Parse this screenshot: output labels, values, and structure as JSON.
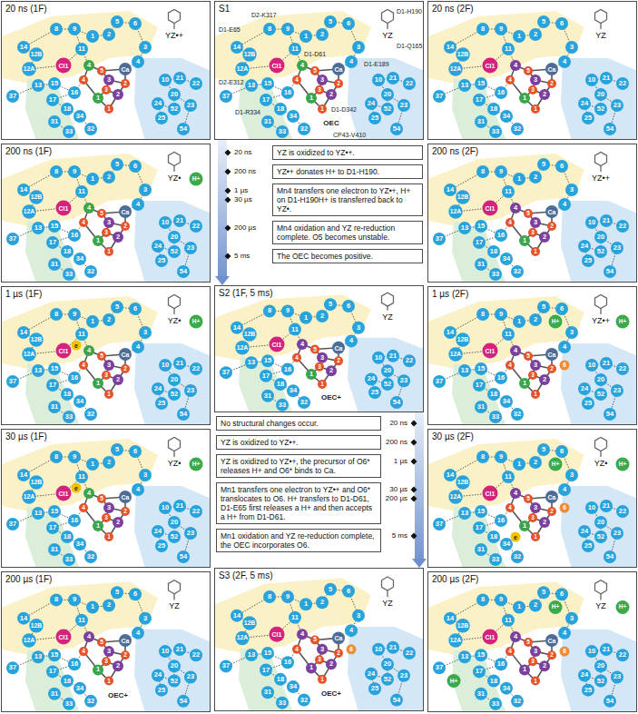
{
  "diagram": {
    "nodes": [
      {
        "text": [
          "20 ns (1F)"
        ]
      },
      {
        "text": [
          "S1"
        ]
      },
      {
        "text": [
          "20 ns (2F)"
        ]
      },
      {
        "text": [
          "200 ns (1F)"
        ]
      },
      {
        "text": [
          "YZ is oxidized to YZ•+."
        ]
      },
      {
        "text": [
          "YZ•+ donates H+ to D1-H190."
        ]
      },
      {
        "text": [
          "Mn4 transfers one electron to YZ•+, H+ on D1-H190H+ is transferred back to YZ•."
        ]
      },
      {
        "text": [
          "Mn4 oxidation and YZ re-reduction complete. O5 becomes unstable."
        ]
      },
      {
        "text": [
          "The OEC becomes positive."
        ]
      },
      {
        "text": [
          "200 ns (2F)"
        ]
      },
      {
        "text": [
          "1 µs (1F)"
        ]
      },
      {
        "text": [
          "S2 (1F, 5 ms)"
        ]
      },
      {
        "text": [
          "1 µs (2F)"
        ]
      },
      {
        "text": [
          "30 µs (1F)"
        ]
      },
      {
        "text": [
          "No structural changes occur."
        ]
      },
      {
        "text": [
          "YZ is oxidized to YZ•+."
        ]
      },
      {
        "text": [
          "YZ is oxidized to YZ•+, the precursor of O6* releases H+ and O6* binds to Ca."
        ]
      },
      {
        "text": [
          "Mn1 transfers one electron to YZ•+ and O6* translocates to O6. H+ transfers to D1-D61, D1-E65 first releases a H+ and then accepts a H+ from D1-D61."
        ]
      },
      {
        "text": [
          "Mn1 oxidation and YZ re-reduction complete, the OEC incorporates O6."
        ]
      },
      {
        "text": [
          "30 µs (2F)"
        ]
      },
      {
        "text": [
          "200 µs (1F)"
        ]
      },
      {
        "text": [
          "S3 (2F, 5 ms)"
        ]
      },
      {
        "text": [
          "200 µs (2F)"
        ]
      }
    ],
    "edges": [
      {
        "from": 1,
        "to": 11,
        "arrow": "to"
      },
      {
        "from": 11,
        "to": 21,
        "arrow": "to"
      }
    ],
    "labels": [
      "1",
      "2",
      "3",
      "4",
      "5",
      "6",
      "8",
      "9",
      "10",
      "11",
      "12A",
      "12B",
      "13",
      "14",
      "15",
      "16",
      "17",
      "18",
      "20",
      "21",
      "22",
      "23",
      "24",
      "25",
      "31",
      "32",
      "33",
      "34",
      "37",
      "52",
      "54",
      "1",
      "2",
      "3",
      "4",
      "1",
      "2",
      "3",
      "4",
      "5",
      "Ca",
      "Cl1",
      "YZ•+",
      "1",
      "2",
      "3",
      "4",
      "5",
      "6",
      "8",
      "9",
      "10",
      "11",
      "12A",
      "12B",
      "13",
      "14",
      "15",
      "16",
      "17",
      "18",
      "20",
      "21",
      "22",
      "23",
      "24",
      "25",
      "31",
      "32",
      "33",
      "34",
      "37",
      "52",
      "54",
      "1",
      "2",
      "3",
      "4",
      "1",
      "2",
      "3",
      "4",
      "5",
      "Ca",
      "Cl1",
      "YZ",
      "D1-E65",
      "D2-K317",
      "D2-E312",
      "D1-D61",
      "D1-R334",
      "D1-H190",
      "D1-Q165",
      "D1-E189",
      "D1-D342",
      "CP43-V410",
      "OEC",
      "1",
      "2",
      "3",
      "4",
      "5",
      "6",
      "8",
      "9",
      "10",
      "11",
      "12A",
      "12B",
      "13",
      "14",
      "15",
      "16",
      "17",
      "18",
      "20",
      "21",
      "22",
      "23",
      "24",
      "25",
      "31",
      "32",
      "33",
      "34",
      "37",
      "52",
      "54",
      "1",
      "2",
      "3",
      "4",
      "1",
      "2",
      "3",
      "4",
      "5",
      "Ca",
      "Cl1",
      "YZ",
      "1",
      "2",
      "3",
      "4",
      "5",
      "6",
      "8",
      "9",
      "10",
      "11",
      "12A",
      "12B",
      "13",
      "14",
      "15",
      "16",
      "17",
      "18",
      "20",
      "21",
      "22",
      "23",
      "24",
      "25",
      "31",
      "32",
      "33",
      "34",
      "37",
      "52",
      "54",
      "1",
      "2",
      "3",
      "4",
      "1",
      "2",
      "3",
      "4",
      "5",
      "Ca",
      "Cl1",
      "YZ•",
      "H+",
      "1",
      "2",
      "3",
      "4",
      "5",
      "6",
      "8",
      "9",
      "10",
      "11",
      "12A",
      "12B",
      "13",
      "14",
      "15",
      "16",
      "17",
      "18",
      "20",
      "21",
      "22",
      "23",
      "24",
      "25",
      "31",
      "32",
      "33",
      "34",
      "37",
      "52",
      "54",
      "1",
      "2",
      "3",
      "4",
      "1",
      "2",
      "3",
      "4",
      "5",
      "Ca",
      "Cl1",
      "YZ•+",
      "1",
      "2",
      "3",
      "4",
      "5",
      "6",
      "8",
      "9",
      "10",
      "11",
      "12A",
      "12B",
      "13",
      "14",
      "15",
      "16",
      "17",
      "18",
      "20",
      "21",
      "22",
      "23",
      "24",
      "25",
      "31",
      "32",
      "33",
      "34",
      "37",
      "52",
      "54",
      "1",
      "2",
      "3",
      "4",
      "1",
      "2",
      "3",
      "4",
      "5",
      "Ca",
      "Cl1",
      "YZ•",
      "H+",
      "e",
      "1",
      "2",
      "3",
      "4",
      "5",
      "6",
      "8",
      "9",
      "10",
      "11",
      "12A",
      "12B",
      "13",
      "14",
      "15",
      "16",
      "17",
      "18",
      "20",
      "21",
      "22",
      "23",
      "24",
      "25",
      "31",
      "32",
      "33",
      "34",
      "37",
      "52",
      "54",
      "1",
      "2",
      "3",
      "4",
      "1",
      "2",
      "3",
      "4",
      "5",
      "Ca",
      "Cl1",
      "YZ",
      "OEC+",
      "1",
      "2",
      "3",
      "4",
      "5",
      "6",
      "8",
      "9",
      "10",
      "11",
      "12A",
      "12B",
      "13",
      "14",
      "15",
      "16",
      "17",
      "18",
      "20",
      "21",
      "22",
      "23",
      "24",
      "25",
      "31",
      "32",
      "33",
      "34",
      "37",
      "52",
      "54",
      "1",
      "2",
      "3",
      "4",
      "1",
      "2",
      "3",
      "4",
      "5",
      "Ca",
      "Cl1",
      "YZ•+",
      "H+",
      "H+",
      "6",
      "1",
      "2",
      "3",
      "4",
      "5",
      "6",
      "8",
      "9",
      "10",
      "11",
      "12A",
      "12B",
      "13",
      "14",
      "15",
      "16",
      "17",
      "18",
      "20",
      "21",
      "22",
      "23",
      "24",
      "25",
      "31",
      "32",
      "33",
      "34",
      "37",
      "52",
      "54",
      "1",
      "2",
      "3",
      "4",
      "1",
      "2",
      "3",
      "4",
      "5",
      "Ca",
      "Cl1",
      "YZ•",
      "H+",
      "e",
      "1",
      "2",
      "3",
      "4",
      "5",
      "6",
      "8",
      "9",
      "10",
      "11",
      "12A",
      "12B",
      "13",
      "14",
      "15",
      "16",
      "17",
      "18",
      "20",
      "21",
      "22",
      "23",
      "24",
      "25",
      "31",
      "32",
      "33",
      "34",
      "37",
      "52",
      "54",
      "1",
      "2",
      "3",
      "4",
      "1",
      "2",
      "3",
      "4",
      "5",
      "Ca",
      "Cl1",
      "YZ•",
      "H+",
      "H+",
      "e",
      "6",
      "1",
      "2",
      "3",
      "4",
      "5",
      "6",
      "8",
      "9",
      "10",
      "11",
      "12A",
      "12B",
      "13",
      "14",
      "15",
      "16",
      "17",
      "18",
      "20",
      "21",
      "22",
      "23",
      "24",
      "25",
      "31",
      "32",
      "33",
      "34",
      "37",
      "52",
      "54",
      "1",
      "2",
      "3",
      "4",
      "1",
      "2",
      "3",
      "4",
      "5",
      "Ca",
      "Cl1",
      "YZ",
      "OEC+",
      "1",
      "2",
      "3",
      "4",
      "5",
      "6",
      "8",
      "9",
      "10",
      "11",
      "12A",
      "12B",
      "13",
      "14",
      "15",
      "16",
      "17",
      "18",
      "20",
      "21",
      "22",
      "23",
      "24",
      "25",
      "31",
      "32",
      "33",
      "34",
      "37",
      "52",
      "54",
      "1",
      "2",
      "3",
      "4",
      "1",
      "2",
      "3",
      "4",
      "5",
      "Ca",
      "Cl1",
      "YZ",
      "OEC+",
      "6",
      "1",
      "2",
      "3",
      "4",
      "5",
      "6",
      "8",
      "9",
      "10",
      "11",
      "12A",
      "12B",
      "13",
      "14",
      "15",
      "16",
      "17",
      "18",
      "20",
      "21",
      "22",
      "23",
      "24",
      "25",
      "31",
      "32",
      "33",
      "34",
      "37",
      "52",
      "54",
      "1",
      "2",
      "3",
      "4",
      "1",
      "2",
      "3",
      "4",
      "5",
      "Ca",
      "Cl1",
      "YZ",
      "H+",
      "H+",
      "H+",
      "6",
      "20 ns",
      "200 ns",
      "1 µs",
      "30 µs",
      "200 µs",
      "5 ms",
      "20 ns",
      "200 ns",
      "1 µs",
      "30 µs",
      "200 µs",
      "5 ms"
    ]
  }
}
